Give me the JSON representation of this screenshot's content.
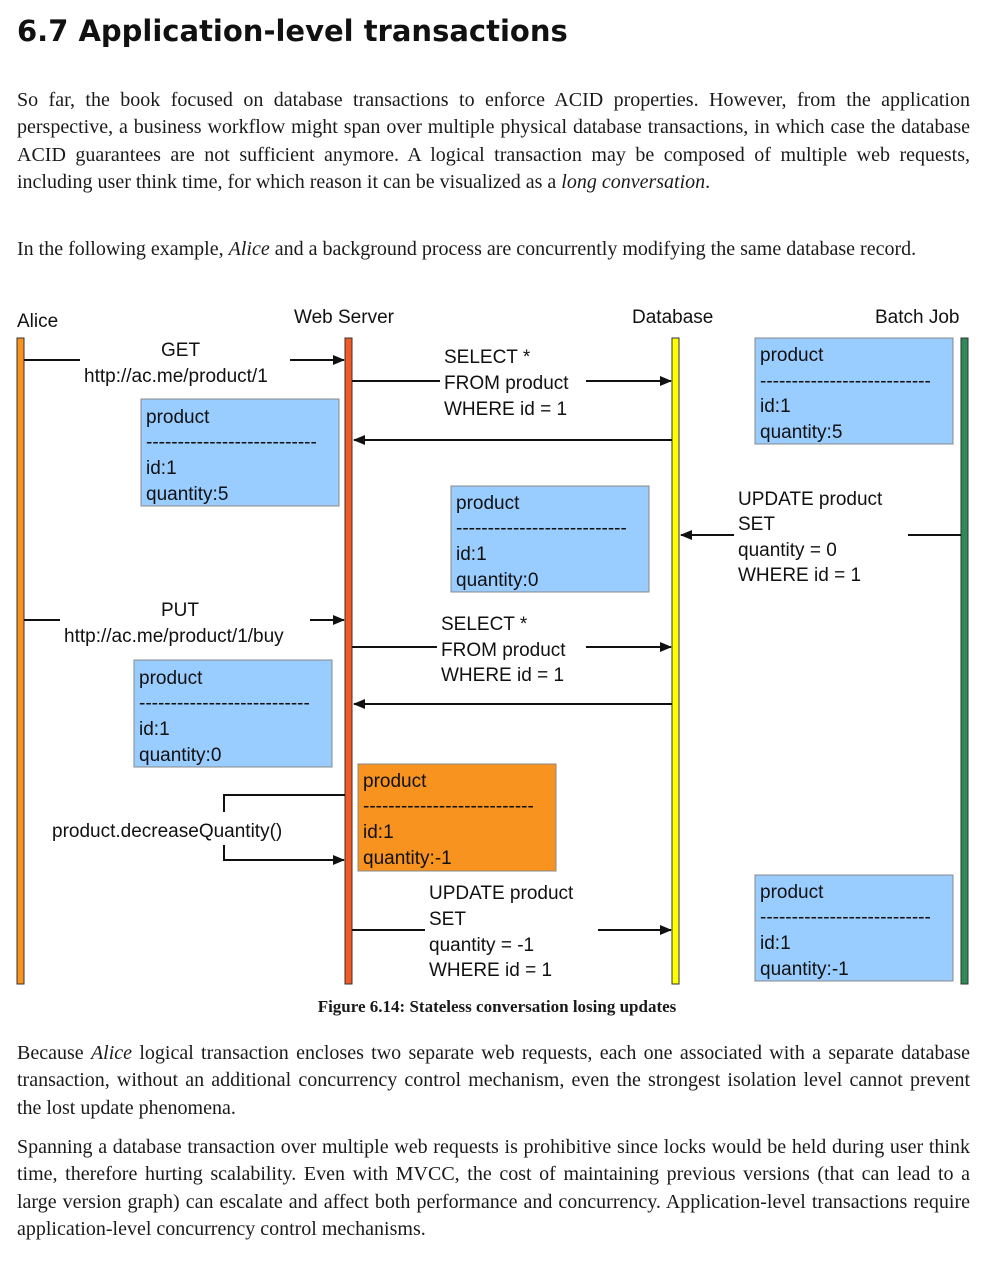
{
  "section": {
    "title": "6.7 Application-level transactions"
  },
  "intro": {
    "p1_before": "So far, the book focused on database transactions to enforce ACID properties. However, from the application perspective, a business workflow might span over multiple physical database transactions, in which case the database ACID guarantees are not sufficient anymore. A logical transaction may be composed of multiple web requests, including user think time, for which reason it can be visualized as a ",
    "p1_italic": "long conversation",
    "p1_after": ".",
    "p2_before": "In the following example, ",
    "p2_italic": "Alice",
    "p2_after": " and a background process are concurrently modifying the same database record."
  },
  "diagram": {
    "lanes": {
      "alice": "Alice",
      "web_server": "Web Server",
      "database": "Database",
      "batch_job": "Batch Job"
    },
    "messages": {
      "get_method": "GET",
      "get_url": "http://ac.me/product/1",
      "select1": [
        "SELECT *",
        "FROM product",
        "WHERE id = 1"
      ],
      "batch_update": [
        "UPDATE product",
        "SET",
        "quantity = 0",
        "WHERE id = 1"
      ],
      "put_method": "PUT",
      "put_url": "http://ac.me/product/1/buy",
      "select2": [
        "SELECT *",
        "FROM product",
        "WHERE id = 1"
      ],
      "decrease": "product.decreaseQuantity()",
      "update2": [
        "UPDATE product",
        "SET",
        "quantity = -1",
        "WHERE id = 1"
      ]
    },
    "boxes": {
      "batch_initial": [
        "product",
        "---------------------------",
        "id:1",
        "quantity:5"
      ],
      "web_after_get": [
        "product",
        "---------------------------",
        "id:1",
        "quantity:5"
      ],
      "db_after_batch": [
        "product",
        "---------------------------",
        "id:1",
        "quantity:0"
      ],
      "web_after_put": [
        "product",
        "---------------------------",
        "id:1",
        "quantity:0"
      ],
      "web_decreased": [
        "product",
        "---------------------------",
        "id:1",
        "quantity:-1"
      ],
      "batch_final": [
        "product",
        "---------------------------",
        "id:1",
        "quantity:-1"
      ]
    },
    "colors": {
      "alice_lane": "#f7931e",
      "web_lane": "#f15a24",
      "db_lane": "#ffff00",
      "batch_lane": "#2e8b57",
      "box_blue": "#99ccff",
      "box_orange": "#f7931e"
    }
  },
  "caption": "Figure 6.14: Stateless conversation losing updates",
  "body": {
    "p3_before": "Because ",
    "p3_italic": "Alice",
    "p3_after": " logical transaction encloses two separate web requests, each one associated with a separate database transaction, without an additional concurrency control mechanism, even the strongest isolation level cannot prevent the lost update phenomena.",
    "p4": "Spanning a database transaction over multiple web requests is prohibitive since locks would be held during user think time, therefore hurting scalability. Even with MVCC, the cost of maintaining previous versions (that can lead to a large version graph) can escalate and affect both performance and concurrency. Application-level transactions require application-level concurrency control mechanisms."
  }
}
